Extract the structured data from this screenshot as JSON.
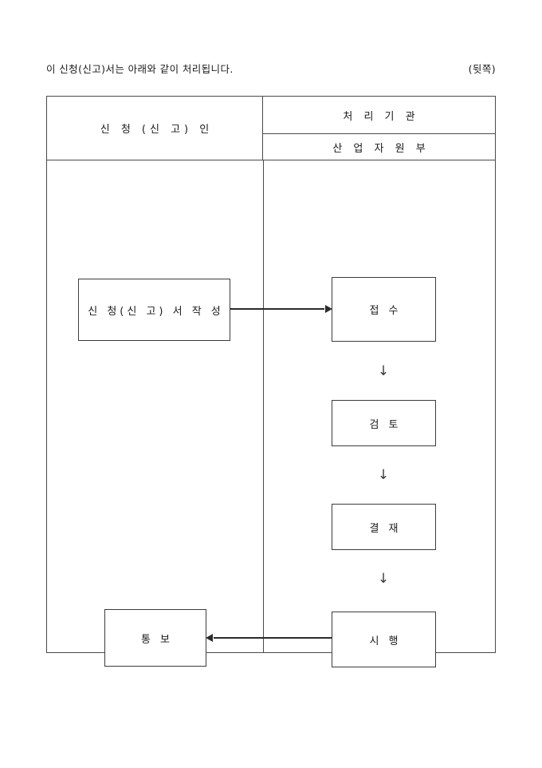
{
  "note": {
    "text": "이 신청(신고)서는 아래와 같이 처리됩니다.",
    "side_marker": "(뒷쪽)"
  },
  "table": {
    "header": {
      "applicant_column": "신 청 (신 고) 인",
      "agency_column": "처 리 기 관",
      "agency_name": "산 업 자 원 부"
    }
  },
  "flow": {
    "boxes": [
      {
        "id": "apply",
        "label": "신 청(신 고) 서 작 성",
        "column": "applicant"
      },
      {
        "id": "receive",
        "label": "접    수",
        "column": "agency"
      },
      {
        "id": "review",
        "label": "검    토",
        "column": "agency"
      },
      {
        "id": "approve",
        "label": "결    재",
        "column": "agency"
      },
      {
        "id": "execute",
        "label": "시    행",
        "column": "agency"
      },
      {
        "id": "notify",
        "label": "통    보",
        "column": "applicant"
      }
    ],
    "connectors": [
      {
        "id": "apply-to-receive",
        "direction": "right",
        "glyph": ""
      },
      {
        "id": "receive-to-review",
        "direction": "down",
        "glyph": "↓"
      },
      {
        "id": "review-to-approve",
        "direction": "down",
        "glyph": "↓"
      },
      {
        "id": "approve-to-execute",
        "direction": "down",
        "glyph": "↓"
      },
      {
        "id": "execute-to-notify",
        "direction": "left",
        "glyph": ""
      }
    ]
  },
  "colors": {
    "border": "#4a4a4a",
    "box_border": "#3c3c3c",
    "arrow": "#2b2b2b",
    "text": "#1a1a1a",
    "background": "#ffffff"
  }
}
